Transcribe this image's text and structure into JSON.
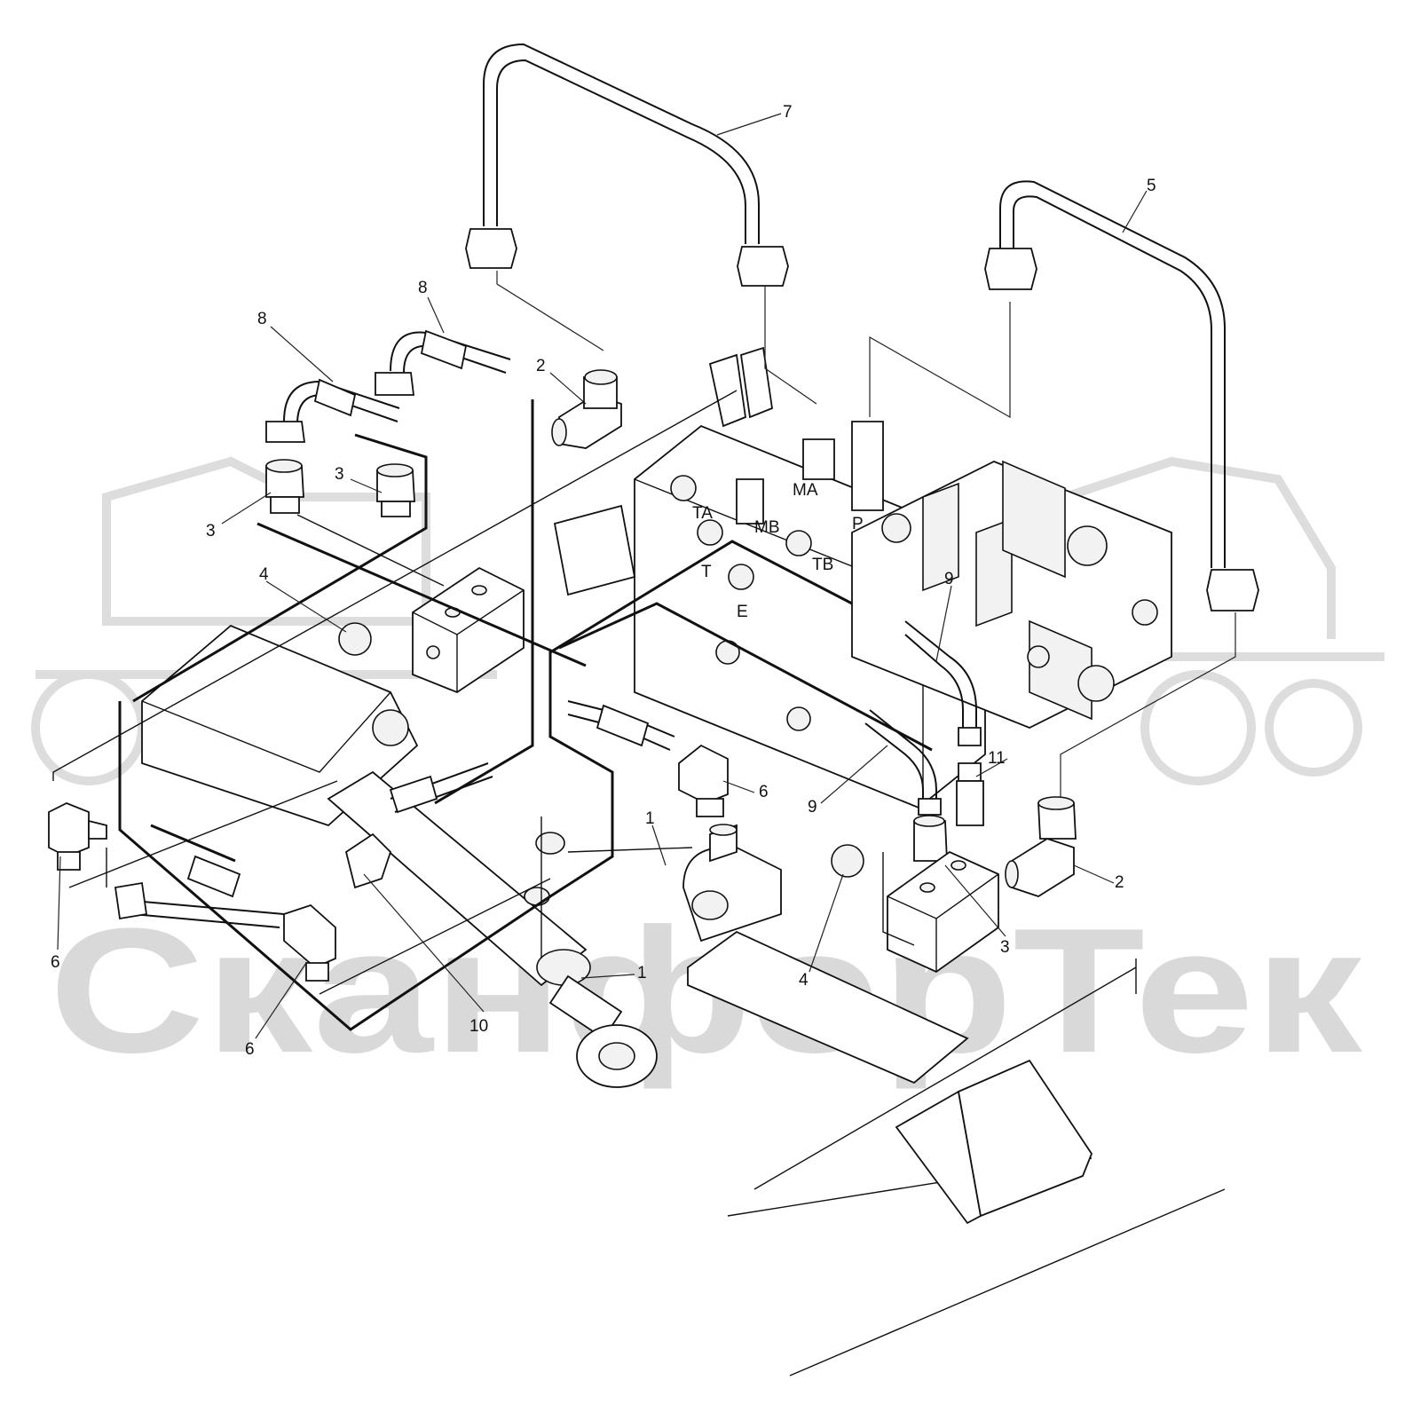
{
  "watermark": {
    "text": "СканфорТек"
  },
  "callouts": {
    "c1a": "1",
    "c1b": "1",
    "c2a": "2",
    "c2b": "2",
    "c3a": "3",
    "c3b": "3",
    "c3c": "3",
    "c4a": "4",
    "c4b": "4",
    "c5": "5",
    "c6a": "6",
    "c6b": "6",
    "c6c": "6",
    "c7": "7",
    "c8a": "8",
    "c8b": "8",
    "c9a": "9",
    "c9b": "9",
    "c10": "10",
    "c11": "11"
  },
  "valve_ports": {
    "t": "T",
    "e": "E",
    "ma": "MA",
    "mb": "MB",
    "ta": "TA",
    "tb": "TB",
    "p": "P"
  }
}
